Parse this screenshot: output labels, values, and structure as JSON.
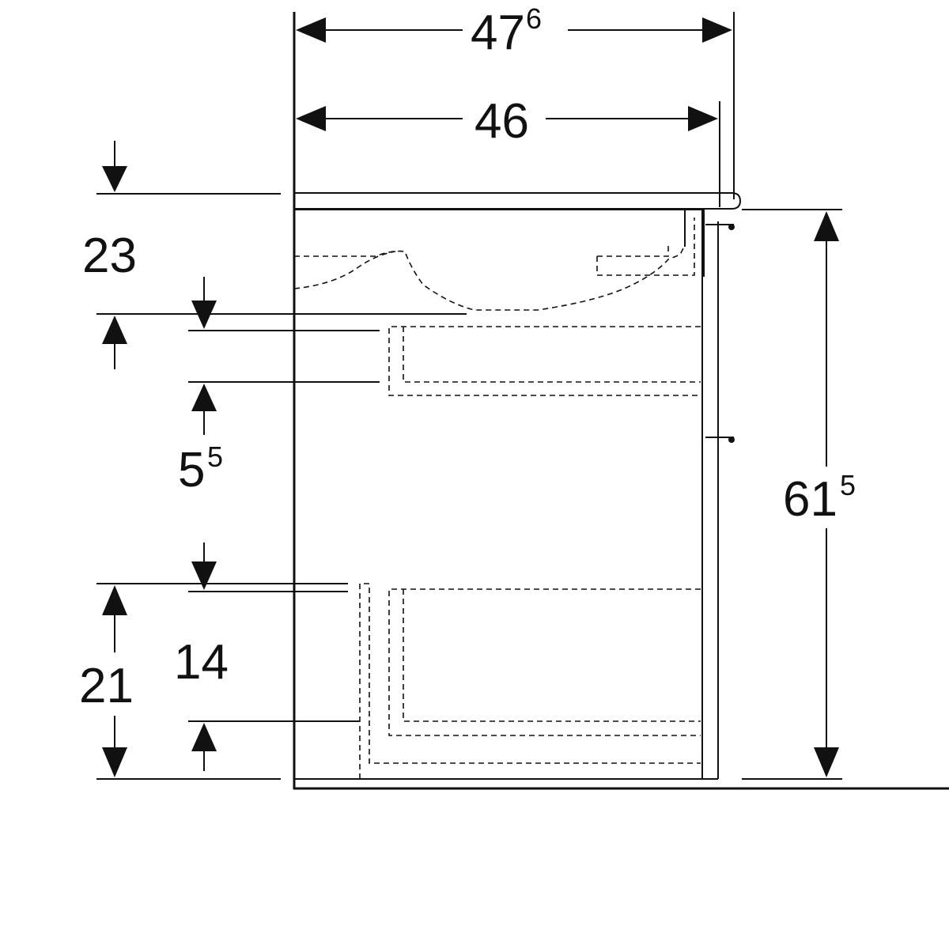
{
  "drawing": {
    "dimensions": {
      "overall_depth": {
        "main": "47",
        "sup": "6"
      },
      "cabinet_depth": {
        "main": "46"
      },
      "top_to_basin": {
        "main": "23"
      },
      "drawer_gap": {
        "main": "5",
        "sup": "5"
      },
      "total_height": {
        "main": "61",
        "sup": "5"
      },
      "lower_drawer_height": {
        "main": "21"
      },
      "lower_drawer_inner": {
        "main": "14"
      }
    },
    "line_color": "#111111"
  }
}
